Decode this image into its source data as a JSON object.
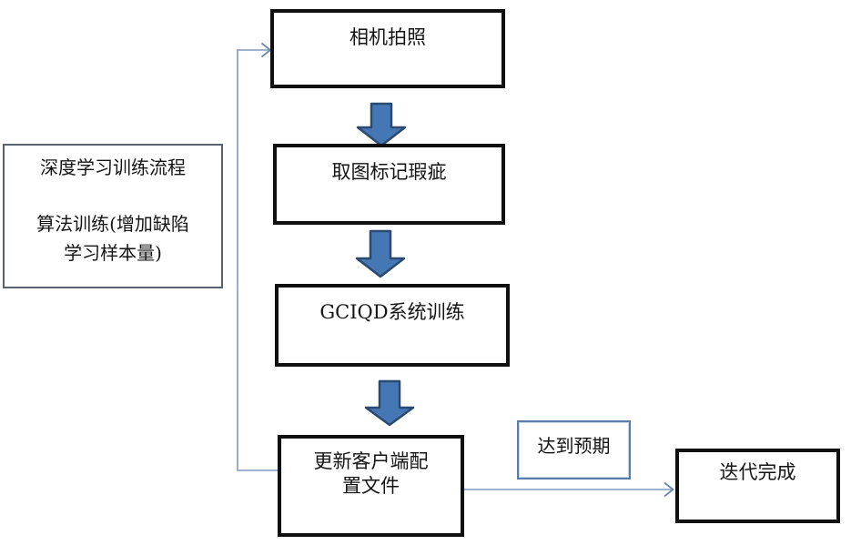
{
  "diagram": {
    "title_hint": "deep-learning-training-flowchart",
    "nodes": {
      "camera": {
        "label": "相机拍照"
      },
      "mark": {
        "label": "取图标记瑕疵"
      },
      "train": {
        "label": "GCIQD系统训练"
      },
      "update": {
        "label": "更新客户端配置文件"
      },
      "done": {
        "label": "迭代完成"
      },
      "expected": {
        "label": "达到预期"
      },
      "annotation": {
        "line1": "深度学习训练流程",
        "line2": "算法训练(增加缺陷",
        "line3": "学习样本量)"
      }
    },
    "edges": [
      {
        "from": "camera",
        "to": "mark",
        "style": "block-arrow-down"
      },
      {
        "from": "mark",
        "to": "train",
        "style": "block-arrow-down"
      },
      {
        "from": "train",
        "to": "update",
        "style": "block-arrow-down"
      },
      {
        "from": "update",
        "to": "camera",
        "style": "thin-elbow-arrow-loop-back"
      },
      {
        "from": "update",
        "to": "done",
        "style": "thin-arrow-right",
        "condition_label_node": "expected"
      }
    ],
    "colors": {
      "block_arrow_fill": "#4677b5",
      "block_arrow_stroke": "#2b4a70",
      "connector_line": "#8299bf",
      "connector_arrowhead": "#6e87ad",
      "main_box_border": "#101010",
      "annotation_box_border": "#59626e",
      "condition_box_border": "#5c7ca8",
      "text": "#141414",
      "background": "#ffffff"
    }
  }
}
